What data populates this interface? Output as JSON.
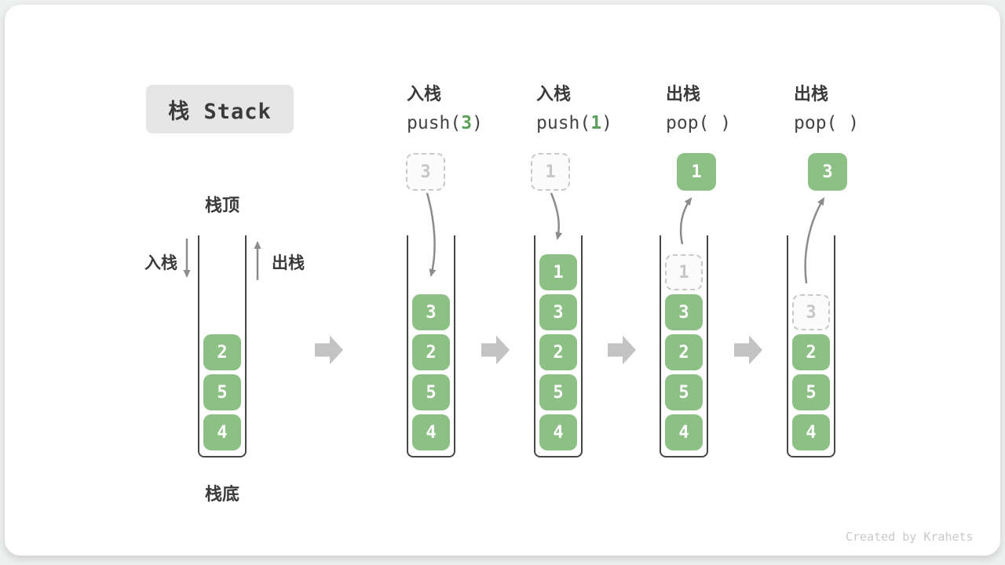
{
  "title": "栈 Stack",
  "watermark": "Created by Krahets",
  "colors": {
    "accent_green": "#8dc085",
    "code_arg_green": "#5ba05a",
    "ghost_gray": "#c6c6c6",
    "block_arrow_gray": "#c3c3c3",
    "thin_arrow_gray": "#8c8c8c",
    "wall_dark": "#474747",
    "title_badge_bg": "#e6e6e6"
  },
  "side_labels": {
    "top": "栈顶",
    "bottom": "栈底",
    "push": "入栈",
    "pop": "出栈"
  },
  "operations": [
    {
      "title": "入栈",
      "fn": "push(",
      "arg": "3",
      "close": ")"
    },
    {
      "title": "入栈",
      "fn": "push(",
      "arg": "1",
      "close": ")"
    },
    {
      "title": "出栈",
      "fn": "pop(",
      "arg": " ",
      "close": ")"
    },
    {
      "title": "出栈",
      "fn": "pop(",
      "arg": " ",
      "close": ")"
    }
  ],
  "floating": [
    {
      "value": "3",
      "style": "ghost"
    },
    {
      "value": "1",
      "style": "ghost"
    },
    {
      "value": "1",
      "style": "solid"
    },
    {
      "value": "3",
      "style": "solid"
    }
  ],
  "stacks": [
    {
      "items_bottom_up": [
        "4",
        "5",
        "2"
      ]
    },
    {
      "items_bottom_up": [
        "4",
        "5",
        "2",
        "3"
      ]
    },
    {
      "items_bottom_up": [
        "4",
        "5",
        "2",
        "3",
        "1"
      ]
    },
    {
      "items_bottom_up": [
        "4",
        "5",
        "2",
        "3"
      ],
      "ghost_top": "1"
    },
    {
      "items_bottom_up": [
        "4",
        "5",
        "2"
      ],
      "ghost_top": "3"
    }
  ]
}
